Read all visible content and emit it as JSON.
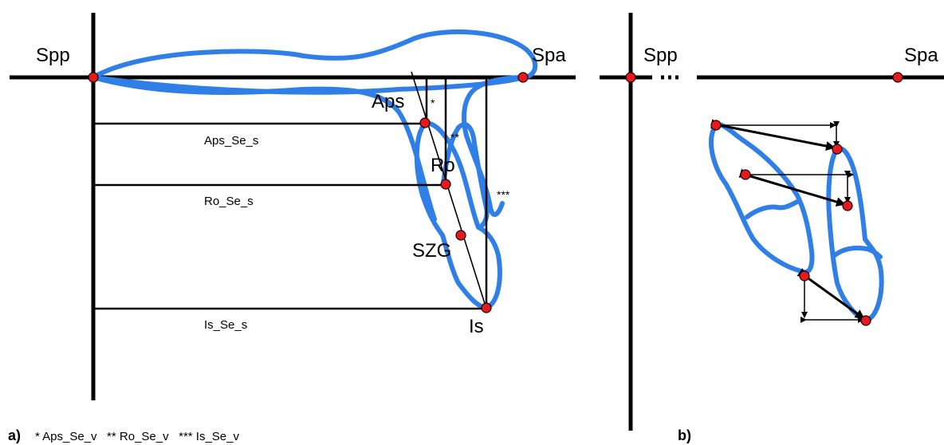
{
  "panel_a": {
    "label": "a)",
    "legend": "* Aps_Se_v   ** Ro_Se_v   *** Is_Se_v",
    "spp": "Spp",
    "spa": "Spa",
    "aps": "Aps",
    "ro": "Ro",
    "szg": "SZG",
    "is": "Is",
    "aps_se_s": "Aps_Se_s",
    "ro_se_s": "Ro_Se_s",
    "is_se_s": "Is_Se_s",
    "star1": "*",
    "star2": "**",
    "star3": "***"
  },
  "panel_b": {
    "label": "b)",
    "spp": "Spp",
    "spa": "Spa"
  },
  "colors": {
    "outline": "#2f7fe6",
    "landmark": "#e41a1c",
    "line": "#000000"
  }
}
